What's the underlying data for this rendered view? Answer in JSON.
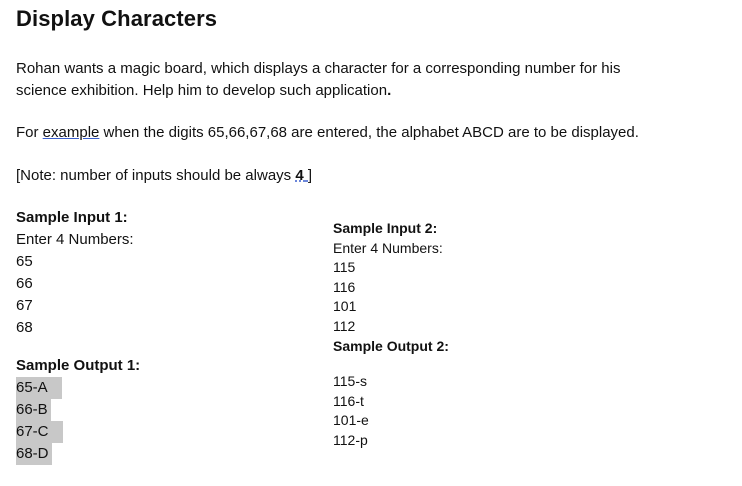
{
  "title": "Display Characters",
  "description": {
    "line1": "Rohan wants a magic board, which displays a character for a corresponding number for his",
    "line2_text": "science exhibition. Help him to develop such application",
    "line2_end": "."
  },
  "example": {
    "prefix": "For ",
    "link_word": "example",
    "rest": " when the digits 65,66,67,68 are entered, the alphabet ABCD are to be displayed."
  },
  "note": {
    "prefix": "[Note: number of inputs should be always ",
    "number": "4",
    "suffix": "]"
  },
  "sample1": {
    "input_heading": "Sample Input 1:",
    "prompt": "Enter 4 Numbers:",
    "inputs": [
      "65",
      "66",
      "67",
      "68"
    ],
    "output_heading": "Sample Output 1:",
    "outputs": [
      "65-A",
      "66-B",
      "67-C",
      "68-D"
    ]
  },
  "sample2": {
    "input_heading": "Sample Input 2:",
    "prompt": "Enter 4 Numbers:",
    "inputs": [
      "115",
      "116",
      "101",
      "112"
    ],
    "output_heading": "Sample Output 2:",
    "outputs": [
      "115-s",
      "116-t",
      "101-e",
      "112-p"
    ]
  },
  "colors": {
    "text": "#111111",
    "link_underline": "#3a5fcd",
    "output_highlight": "#c8c8c8"
  }
}
